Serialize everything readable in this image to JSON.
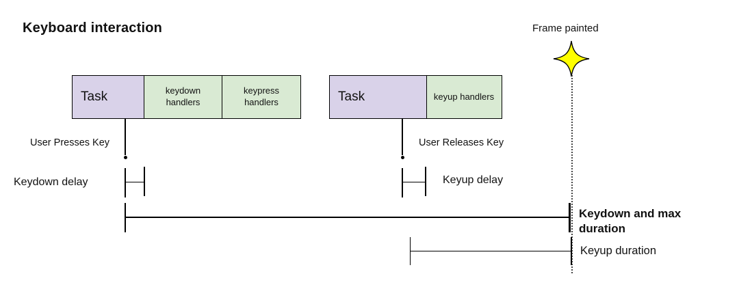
{
  "title": "Keyboard interaction",
  "colors": {
    "task_fill": "#d9d2e9",
    "handler_fill": "#d9ead3",
    "star_fill": "#ffff00",
    "line": "#000000"
  },
  "frame": {
    "label": "Frame painted",
    "marker_icon": "four-point-star"
  },
  "blocks": {
    "keydown_group": {
      "task": "Task",
      "handlers": [
        "keydown handlers",
        "keypress handlers"
      ]
    },
    "keyup_group": {
      "task": "Task",
      "handlers": [
        "keyup handlers"
      ]
    }
  },
  "annotations": {
    "user_presses": "User Presses Key",
    "user_releases": "User Releases Key",
    "keydown_delay": "Keydown delay",
    "keyup_delay": "Keyup delay",
    "keydown_duration": "Keydown and max duration",
    "keyup_duration": "Keyup duration"
  }
}
